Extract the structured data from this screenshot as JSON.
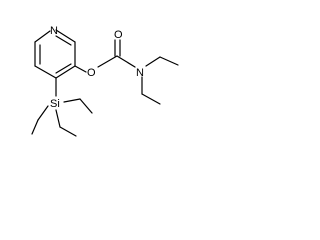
{
  "molecule": {
    "atoms": {
      "ring_nitrogen": "N",
      "ester_oxygen": "O",
      "carbonyl_oxygen": "O",
      "amide_nitrogen": "N",
      "silicon": "Si"
    }
  }
}
